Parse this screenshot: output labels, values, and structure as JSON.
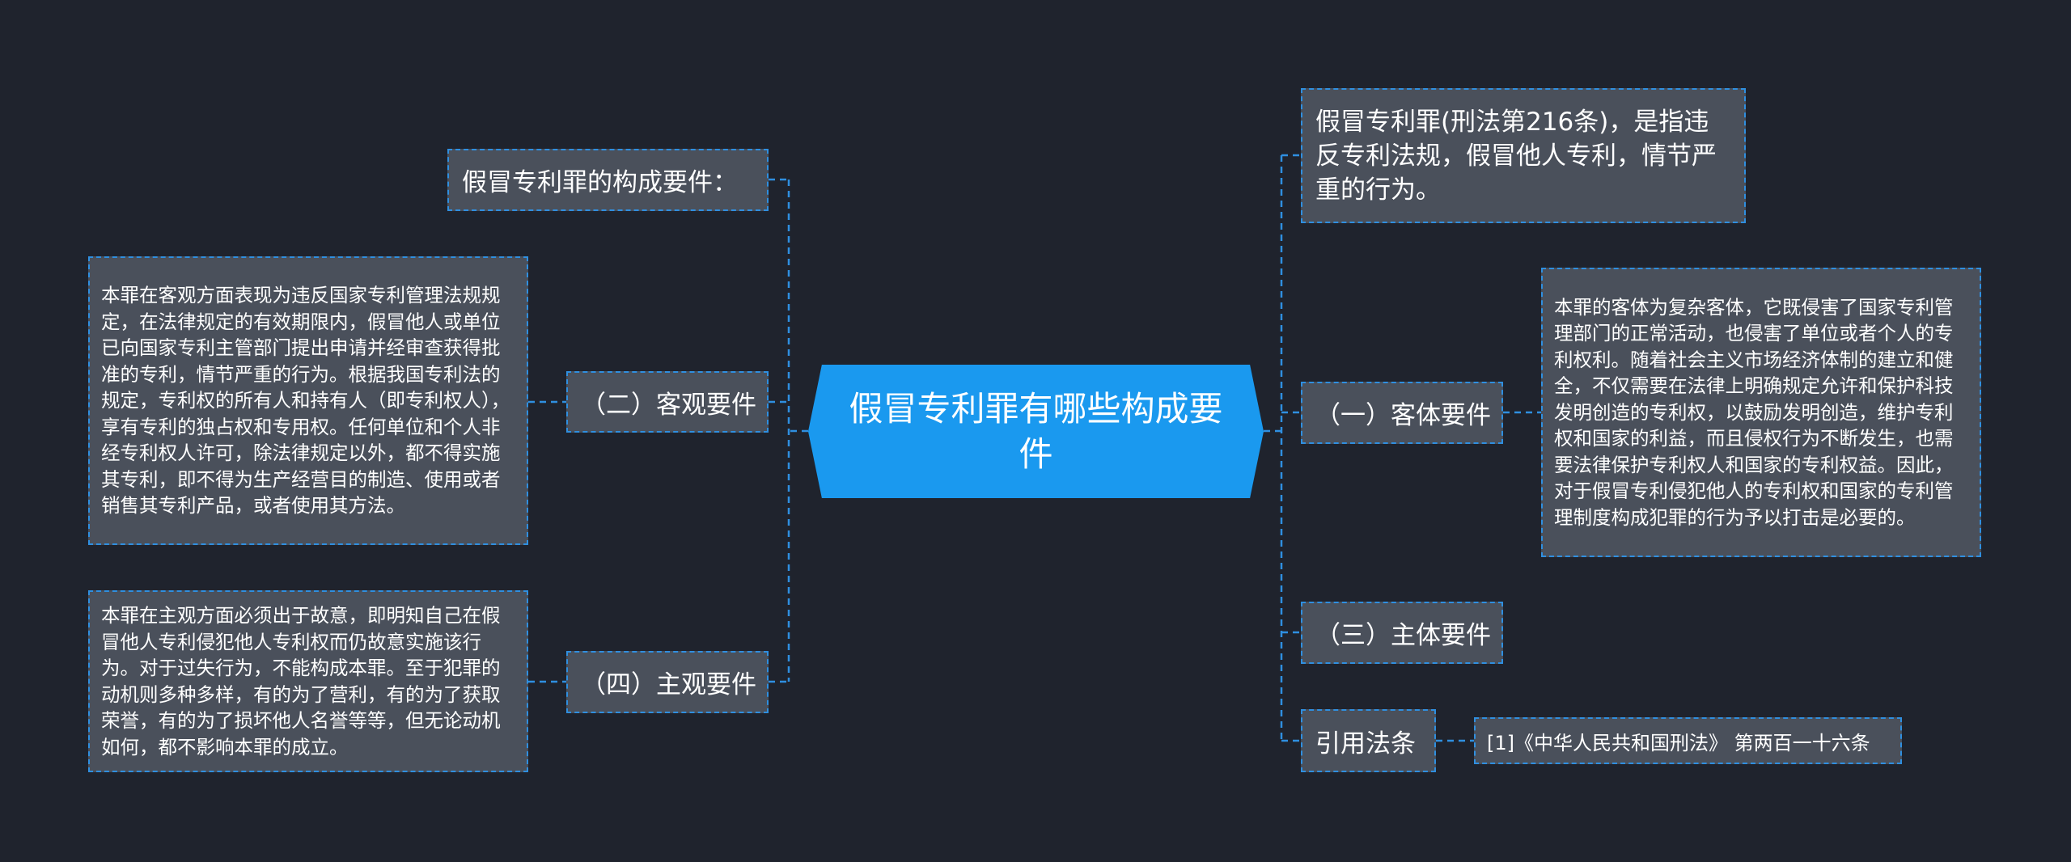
{
  "center": {
    "title": "假冒专利罪有哪些构成要件"
  },
  "left": {
    "heading": "假冒专利罪的构成要件：",
    "objective": {
      "label": "（二）客观要件",
      "text": "本罪在客观方面表现为违反国家专利管理法规规定，在法律规定的有效期限内，假冒他人或单位已向国家专利主管部门提出申请并经审查获得批准的专利，情节严重的行为。根据我国专利法的规定，专利权的所有人和持有人（即专利权人），享有专利的独占权和专用权。任何单位和个人非经专利权人许可，除法律规定以外，都不得实施其专利，即不得为生产经营目的制造、使用或者销售其专利产品，或者使用其方法。"
    },
    "subjective": {
      "label": "（四）主观要件",
      "text": "本罪在主观方面必须出于故意，即明知自己在假冒他人专利侵犯他人专利权而仍故意实施该行为。对于过失行为，不能构成本罪。至于犯罪的动机则多种多样，有的为了营利，有的为了获取荣誉，有的为了损坏他人名誉等等，但无论动机如何，都不影响本罪的成立。"
    }
  },
  "right": {
    "definition": "假冒专利罪(刑法第216条)，是指违反专利法规，假冒他人专利，情节严重的行为。",
    "object": {
      "label": "（一）客体要件",
      "text": "本罪的客体为复杂客体，它既侵害了国家专利管理部门的正常活动，也侵害了单位或者个人的专利权利。随着社会主义市场经济体制的建立和健全，不仅需要在法律上明确规定允许和保护科技发明创造的专利权，以鼓励发明创造，维护专利权和国家的利益，而且侵权行为不断发生，也需要法律保护专利权人和国家的专利权益。因此，对于假冒专利侵犯他人的专利权和国家的专利管理制度构成犯罪的行为予以打击是必要的。"
    },
    "subject": {
      "label": "（三）主体要件"
    },
    "citation": {
      "label": "引用法条",
      "text": "[1]《中华人民共和国刑法》 第两百一十六条"
    }
  },
  "colors": {
    "background": "#1f232d",
    "center": "#1a99ef",
    "node": "#4a505b",
    "line": "#2f8fe0"
  }
}
